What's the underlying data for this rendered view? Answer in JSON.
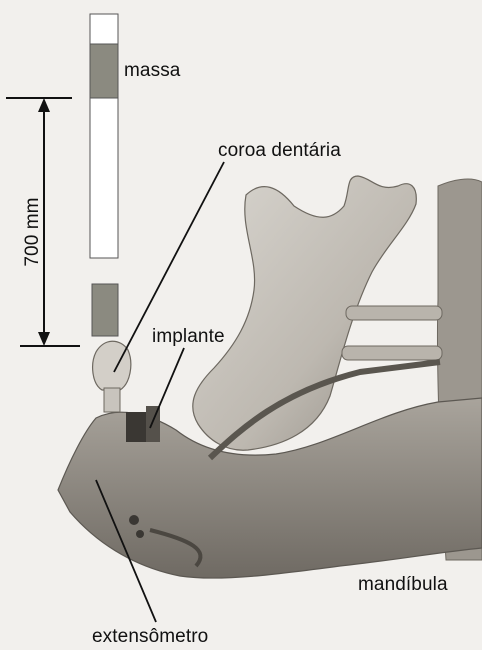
{
  "labels": {
    "massa": "massa",
    "coroa_dentaria": "coroa dentária",
    "implante": "implante",
    "mandibula": "mandíbula",
    "extensometro": "extensômetro",
    "distance": "700 mm"
  },
  "colors": {
    "background": "#f2f0ed",
    "bone": "#c9c5be",
    "bone_shadow": "#8f8a82",
    "mass_block": "#8b8a80",
    "ink": "#111111"
  }
}
